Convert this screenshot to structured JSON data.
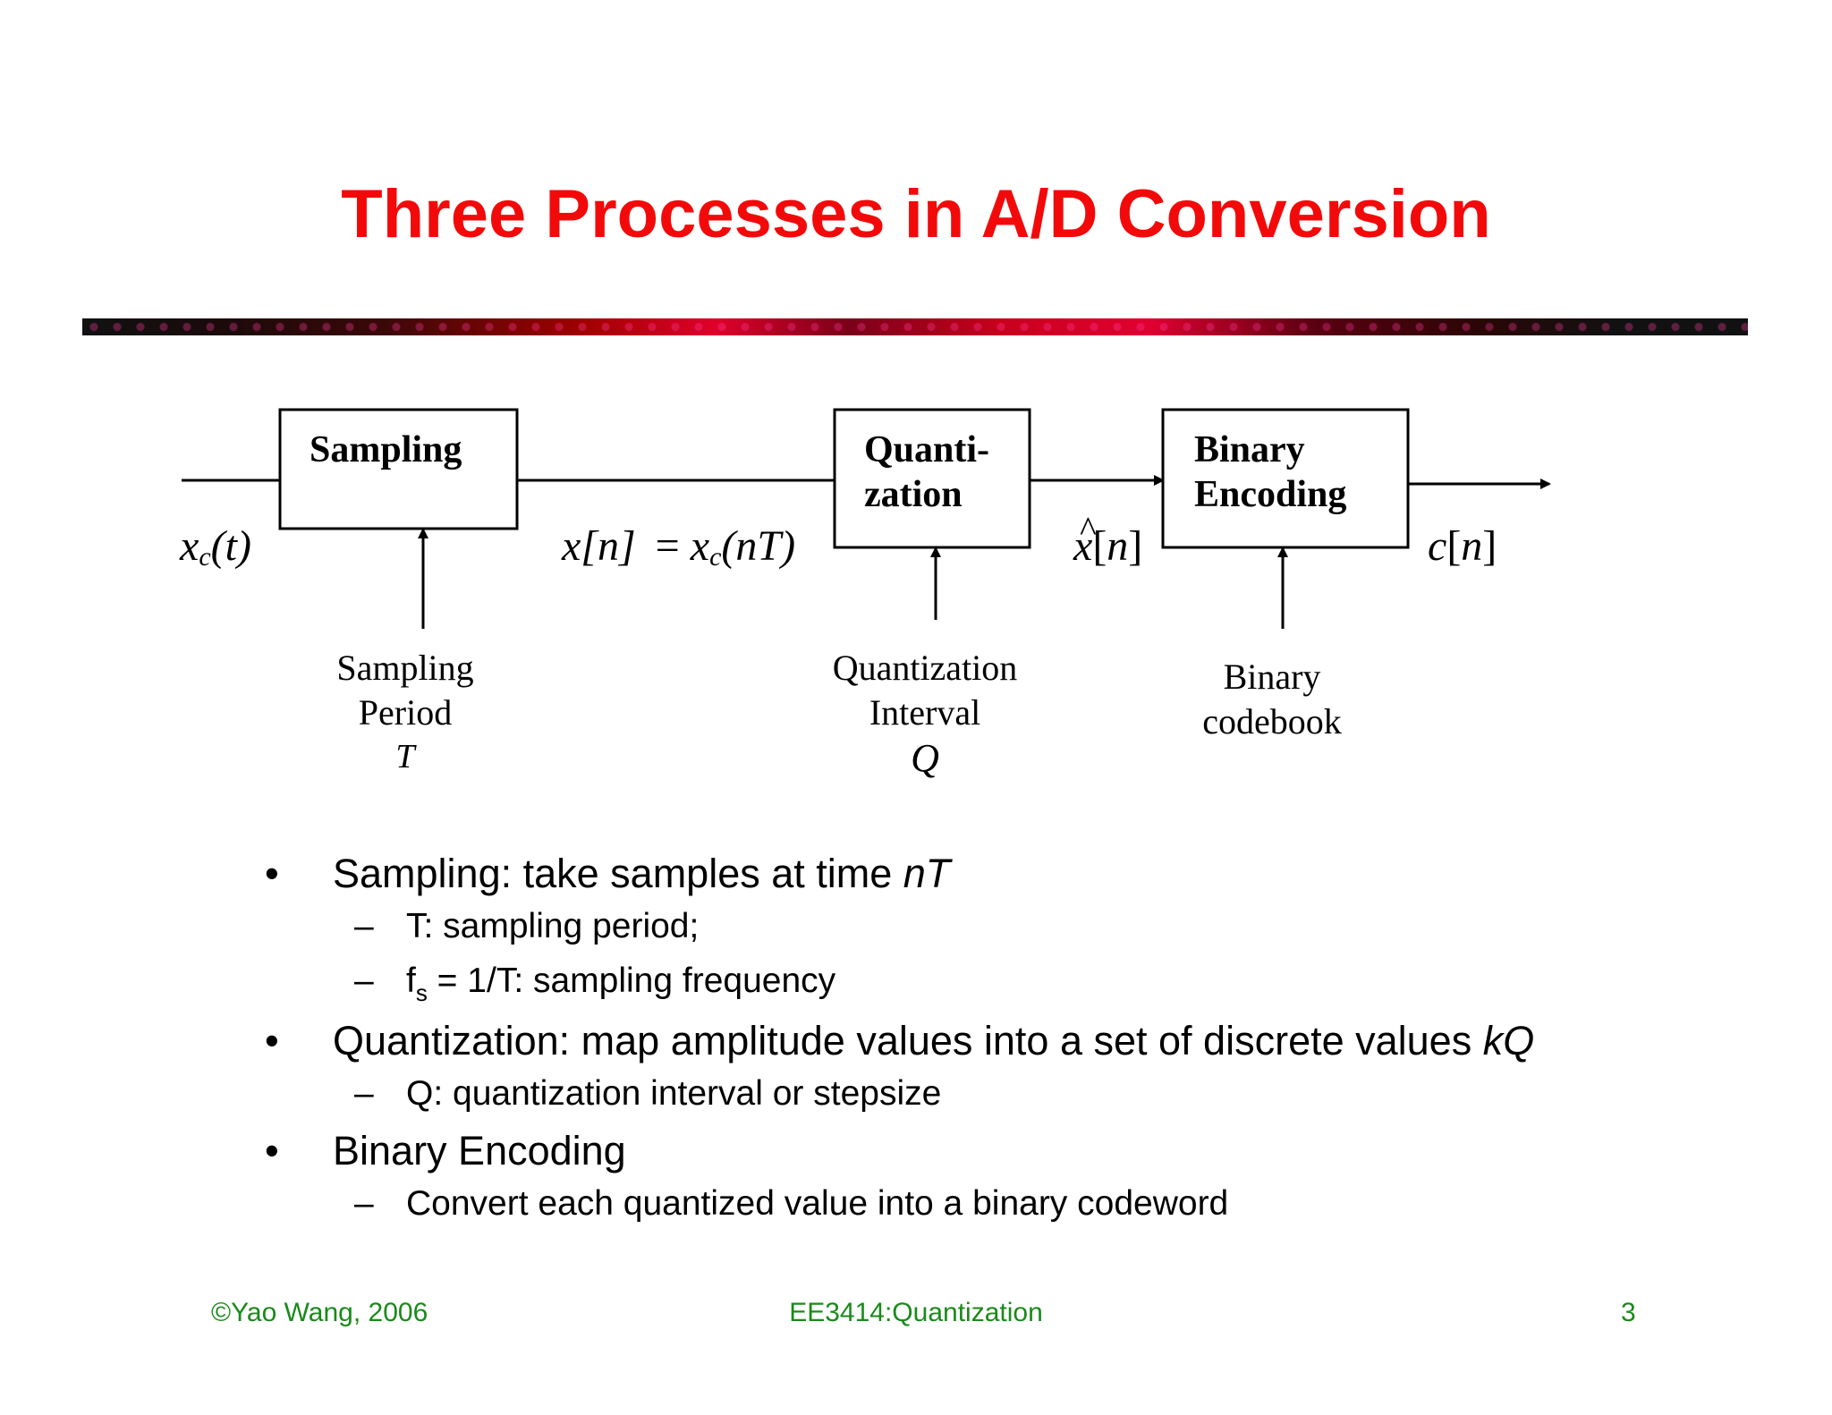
{
  "slide": {
    "title": "Three Processes in A/D Conversion"
  },
  "diagram": {
    "blocks": {
      "sampling": "Sampling",
      "quantization_line1": "Quanti-",
      "quantization_line2": "zation",
      "encoding_line1": "Binary",
      "encoding_line2": "Encoding"
    },
    "signals": {
      "input": "x",
      "input_sub": "c",
      "input_arg": "(t)",
      "sampled_lhs": "x[n]",
      "sampled_eq": "=",
      "sampled_x": "x",
      "sampled_sub": "c",
      "sampled_arg": "(nT)",
      "quantized_hat": "^",
      "quantized_x": "x",
      "quantized_lbr": "[",
      "quantized_n": "n",
      "quantized_rbr": "]",
      "output_c": "c",
      "output_lbr": "[",
      "output_n": "n",
      "output_rbr": "]"
    },
    "params": {
      "sampling_line1": "Sampling",
      "sampling_line2": "Period",
      "sampling_symbol": "T",
      "quant_line1": "Quantization",
      "quant_line2": "Interval",
      "quant_symbol": "Q",
      "encoding_line1": "Binary",
      "encoding_line2": "codebook"
    }
  },
  "bullets": {
    "b1_text": "Sampling: take samples at time ",
    "b1_italic": "nT",
    "b1_s1": "T: sampling period;",
    "b1_s2_f": "f",
    "b1_s2_sub": "s",
    "b1_s2_rest": " = 1/T: sampling frequency",
    "b2_text": "Quantization: map amplitude values into a set of discrete values ",
    "b2_italic": "kQ",
    "b2_s1": "Q: quantization interval or stepsize",
    "b3_text": "Binary Encoding",
    "b3_s1": "Convert each quantized value into a binary codeword",
    "bullet_mark": "•",
    "dash_mark": "–"
  },
  "footer": {
    "author": "©Yao Wang, 2006",
    "course": "EE3414:Quantization",
    "page": "3"
  },
  "colors": {
    "title": "#f20a0a",
    "footer": "#1a8a1a"
  }
}
